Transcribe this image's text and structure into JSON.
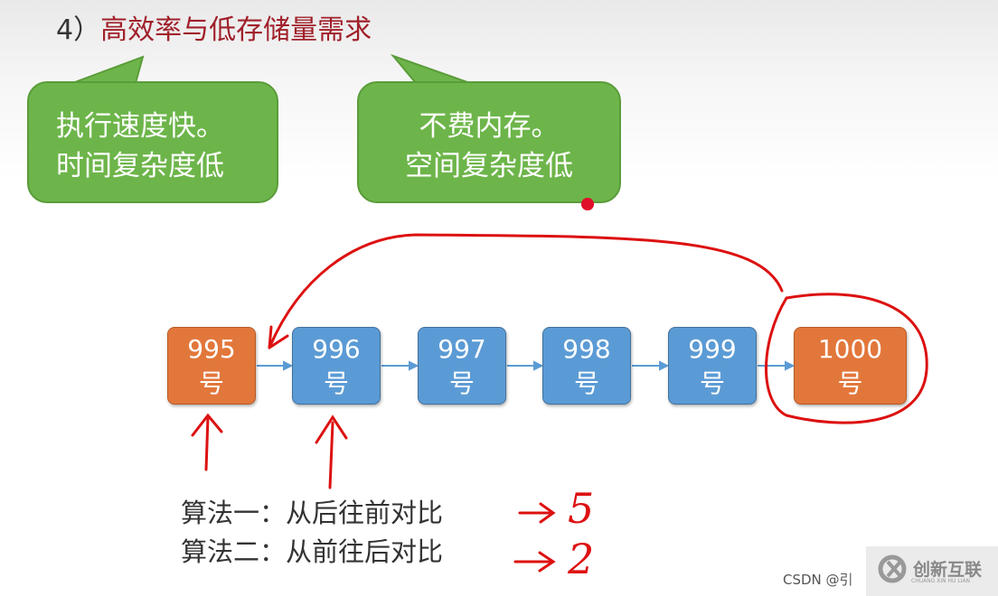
{
  "title": {
    "prefix": "4）",
    "text": "高效率与低存储量需求"
  },
  "bubbles": [
    {
      "line1": "执行速度快。",
      "line2": "时间复杂度低"
    },
    {
      "line1": "不费内存。",
      "line2": "空间复杂度低"
    }
  ],
  "nodes": [
    {
      "num": "995",
      "unit": "号",
      "color": "#e2773b"
    },
    {
      "num": "996",
      "unit": "号",
      "color": "#5b9bd5"
    },
    {
      "num": "997",
      "unit": "号",
      "color": "#5b9bd5"
    },
    {
      "num": "998",
      "unit": "号",
      "color": "#5b9bd5"
    },
    {
      "num": "999",
      "unit": "号",
      "color": "#5b9bd5"
    },
    {
      "num": "1000",
      "unit": "号",
      "color": "#e2773b"
    }
  ],
  "algorithms": [
    {
      "label": "算法一：从后往前对比",
      "result": "5"
    },
    {
      "label": "算法二：从前往后对比",
      "result": "2"
    }
  ],
  "watermark": {
    "csdn": "CSDN @引",
    "brand": "创新互联",
    "brand_sub": "CHUANG XIN HU LIAN"
  }
}
